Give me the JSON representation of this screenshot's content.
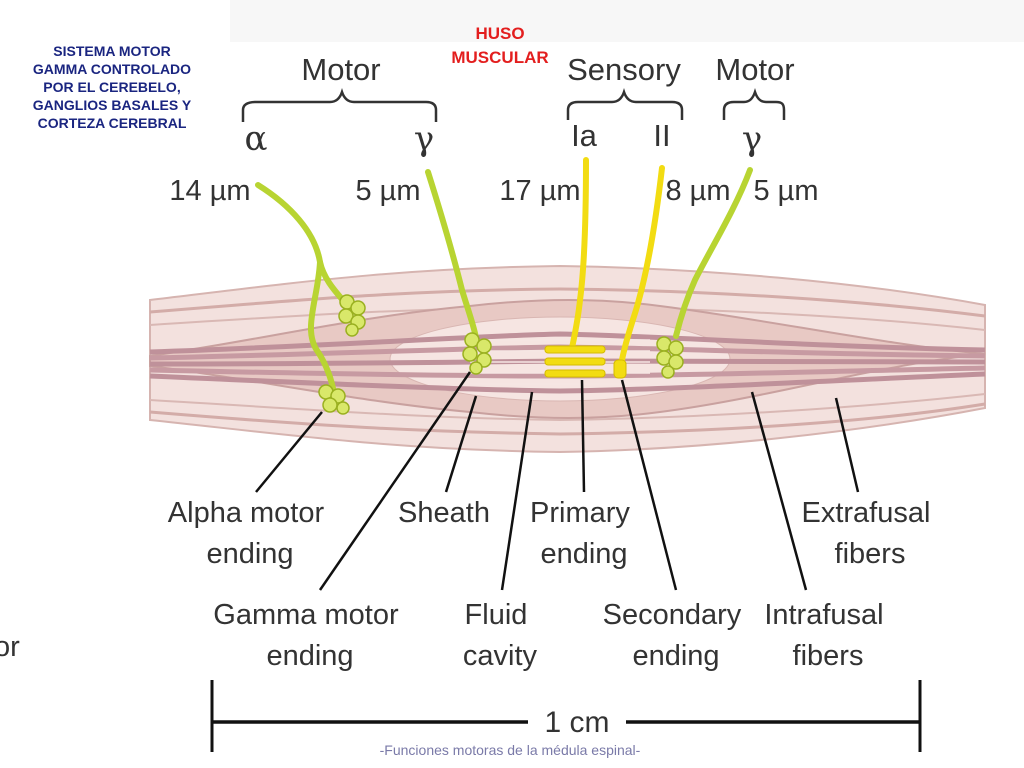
{
  "notes": {
    "left_annotation": [
      "SISTEMA MOTOR",
      "GAMMA CONTROLADO",
      "POR EL CEREBELO,",
      "GANGLIOS BASALES Y",
      "CORTEZA CEREBRAL"
    ],
    "title": [
      "HUSO",
      "MUSCULAR"
    ]
  },
  "groups": {
    "motor_left": "Motor",
    "sensory": "Sensory",
    "motor_right": "Motor"
  },
  "fibers": {
    "alpha_symbol": "α",
    "gamma_left_symbol": "γ",
    "ia_symbol": "Ia",
    "ii_symbol": "II",
    "gamma_right_symbol": "γ"
  },
  "diameters": {
    "alpha": "14 µm",
    "gamma_left": "5 µm",
    "ia": "17 µm",
    "ii": "8 µm",
    "gamma_right": "5 µm"
  },
  "labels": {
    "alpha_motor_ending": [
      "Alpha motor",
      "ending"
    ],
    "sheath": "Sheath",
    "primary_ending": [
      "Primary",
      "ending"
    ],
    "extrafusal_fibers": [
      "Extrafusal",
      "fibers"
    ],
    "gamma_motor_ending": [
      "Gamma motor",
      "ending"
    ],
    "fluid_cavity": [
      "Fluid",
      "cavity"
    ],
    "secondary_ending": [
      "Secondary",
      "ending"
    ],
    "intrafusal_fibers": [
      "Intrafusal",
      "fibers"
    ]
  },
  "partial_text": {
    "left_edge": "or"
  },
  "scale_bar": {
    "label": "1 cm"
  },
  "footer": "-Funciones motoras de la médula espinal-",
  "colors": {
    "note_blue": "#1a2580",
    "title_red": "#e31e1e",
    "motor_fiber": "#b8d432",
    "sensory_fiber": "#f2dc12",
    "muscle_light": "#f3e1de",
    "muscle_mid": "#e3c0ba",
    "muscle_dark": "#c79aa2",
    "label_text": "#333333"
  }
}
